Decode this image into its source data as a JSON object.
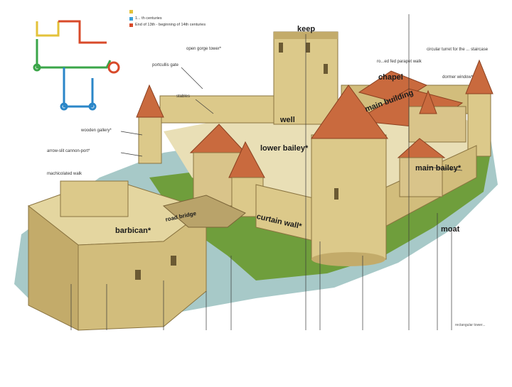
{
  "legend": {
    "items": [
      {
        "text": "",
        "color": "#e3c23a"
      },
      {
        "text": "1... th centuries",
        "color": "#3aa0d8"
      },
      {
        "text": "End of 13th - beginning of 14th centuries",
        "color": "#d84a2a"
      }
    ]
  },
  "colors": {
    "wall": "#dcc98a",
    "wall_shade": "#c3ab6a",
    "roof": "#c96a3e",
    "roof_dark": "#a24c2a",
    "moat": "#a7c9c8",
    "grass": "#6f9e3c",
    "leader": "#3a3a3a",
    "plan_yellow": "#e3c23a",
    "plan_red": "#d84a2a",
    "plan_green": "#3aa548",
    "plan_blue": "#2a86c8"
  },
  "labels": {
    "keep": "keep",
    "chapel": "chapel",
    "main_building": "main building",
    "well": "well",
    "lower_bailey": "lower bailey*",
    "main_bailey": "main bailey*",
    "barbican": "barbican*",
    "curtain_wall": "curtain wall*",
    "moat": "moat",
    "road_bridge": "road bridge",
    "open_gorge_tower": "open gorge tower*",
    "portcullis_gate": "portcullis gate",
    "stables": "stables",
    "wooden_galleries": "wooden gallery*",
    "arrow_slit": "arrow-slit cannon-port*",
    "machicolation": "machicolated walk",
    "roof_beam": "ro...ed fed parapet walk",
    "circular_turret": "circular turret for the ... staircase",
    "dormer_window": "dormer window*",
    "rectangular_tower": "rectangular tower..."
  }
}
